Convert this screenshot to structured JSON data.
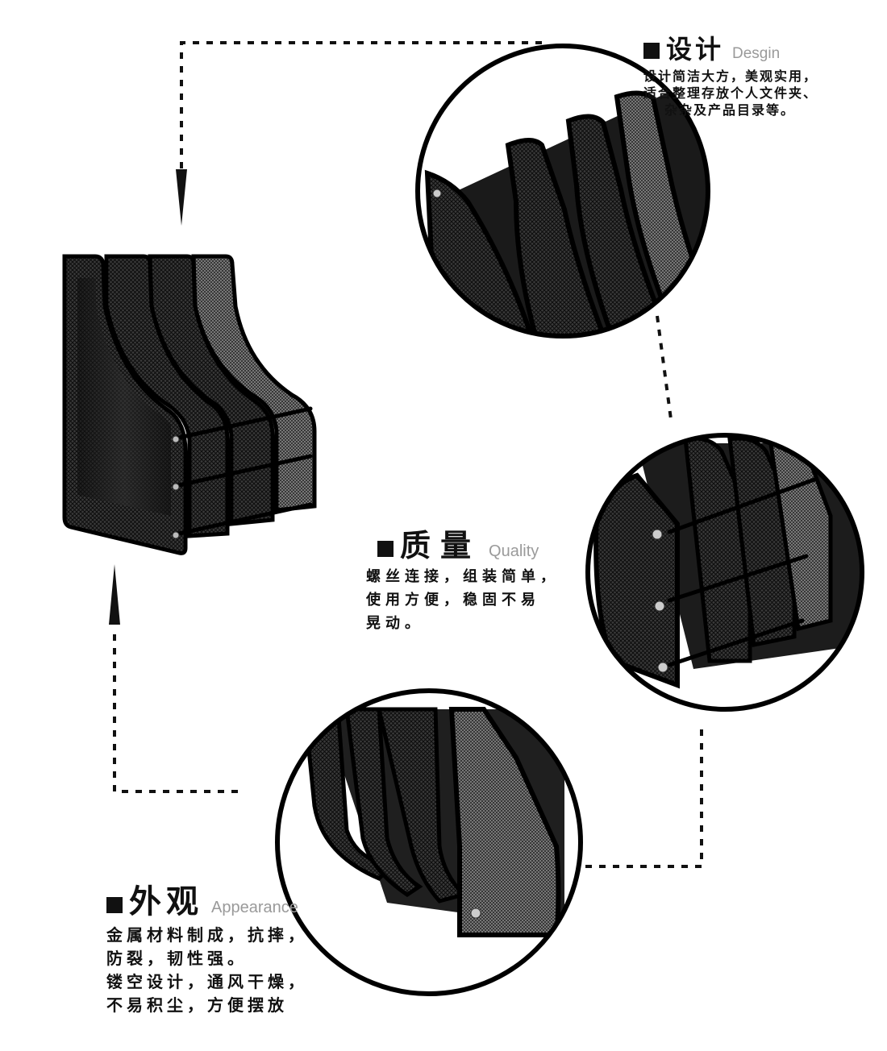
{
  "colors": {
    "ink": "#111111",
    "label_grey": "#9a9a9a",
    "mesh": "#2a2a2a",
    "background": "#ffffff"
  },
  "icons": {
    "marker": "black-square-icon",
    "arrow": "arrow-head-icon"
  },
  "features": {
    "design": {
      "title_cn": "设计",
      "title_en": "Desgin",
      "lines": [
        "设计简洁大方，美观实用，",
        "适合整理存放个人文件夹、",
        "杂杂及产品目录等。"
      ]
    },
    "quality": {
      "title_cn": "质量",
      "title_en": "Quality",
      "lines": [
        "螺丝连接，组装简单，",
        "使用方便，稳固不易",
        "晃动。"
      ]
    },
    "appearance": {
      "title_cn": "外观",
      "title_en": "Appearance",
      "lines": [
        "金属材料制成，抗摔，",
        "防裂，韧性强。",
        "镂空设计，通风干燥，",
        "不易积尘，方便摆放"
      ]
    }
  }
}
